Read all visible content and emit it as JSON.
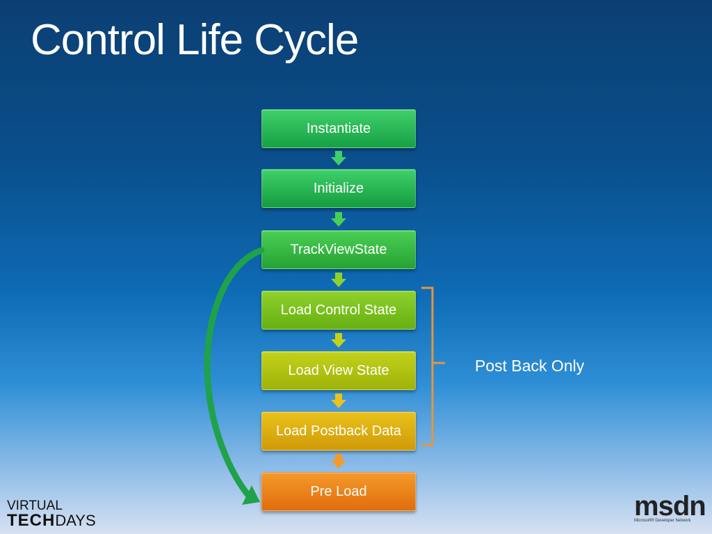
{
  "slide": {
    "title": "Control Life Cycle"
  },
  "steps": [
    {
      "label": "Instantiate",
      "color_top": "#3fd06a",
      "color_bottom": "#17a045"
    },
    {
      "label": "Initialize",
      "color_top": "#3fd06a",
      "color_bottom": "#159c3f"
    },
    {
      "label": "TrackViewState",
      "color_top": "#49cf55",
      "color_bottom": "#27a233"
    },
    {
      "label": "Load Control State",
      "color_top": "#8fd12c",
      "color_bottom": "#66b012"
    },
    {
      "label": "Load View State",
      "color_top": "#c3d21a",
      "color_bottom": "#9eb30a"
    },
    {
      "label": "Load Postback Data",
      "color_top": "#e9c21a",
      "color_bottom": "#d09a08"
    },
    {
      "label": "Pre Load",
      "color_top": "#f59a2a",
      "color_bottom": "#e06d0c"
    }
  ],
  "bracket": {
    "label": "Post Back Only",
    "color": "#e4963e"
  },
  "skip_arrow": {
    "color": "#1fa24a"
  },
  "logos": {
    "left_line1": "VIRTUAL",
    "left_tech": "TECH",
    "left_days": "DAYS",
    "right_main": "msdn",
    "right_sub": "Microsoft® Developer Network"
  }
}
